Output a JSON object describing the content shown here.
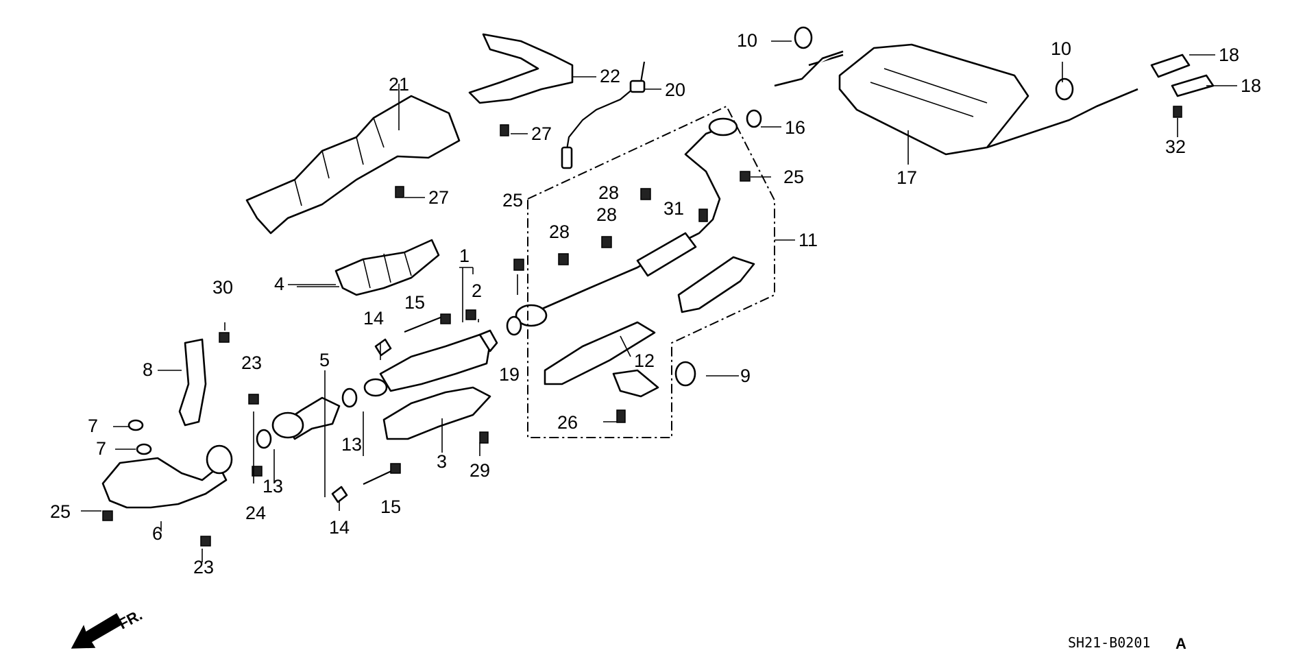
{
  "callouts": {
    "c1": "1",
    "c2": "2",
    "c3": "3",
    "c4": "4",
    "c5": "5",
    "c6": "6",
    "c7a": "7",
    "c7b": "7",
    "c8": "8",
    "c9": "9",
    "c10a": "10",
    "c10b": "10",
    "c11": "11",
    "c12": "12",
    "c13a": "13",
    "c13b": "13",
    "c14a": "14",
    "c14b": "14",
    "c15a": "15",
    "c15b": "15",
    "c16": "16",
    "c17": "17",
    "c18a": "18",
    "c18b": "18",
    "c19": "19",
    "c20": "20",
    "c21": "21",
    "c22": "22",
    "c23a": "23",
    "c23b": "23",
    "c24": "24",
    "c25a": "25",
    "c25b": "25",
    "c25c": "25",
    "c26": "26",
    "c27a": "27",
    "c27b": "27",
    "c28a": "28",
    "c28b": "28",
    "c28c": "28",
    "c29": "29",
    "c30": "30",
    "c31": "31",
    "c32": "32"
  },
  "direction_label": "FR.",
  "diagram_code": "SH21-B0201",
  "diagram_rev": "A"
}
